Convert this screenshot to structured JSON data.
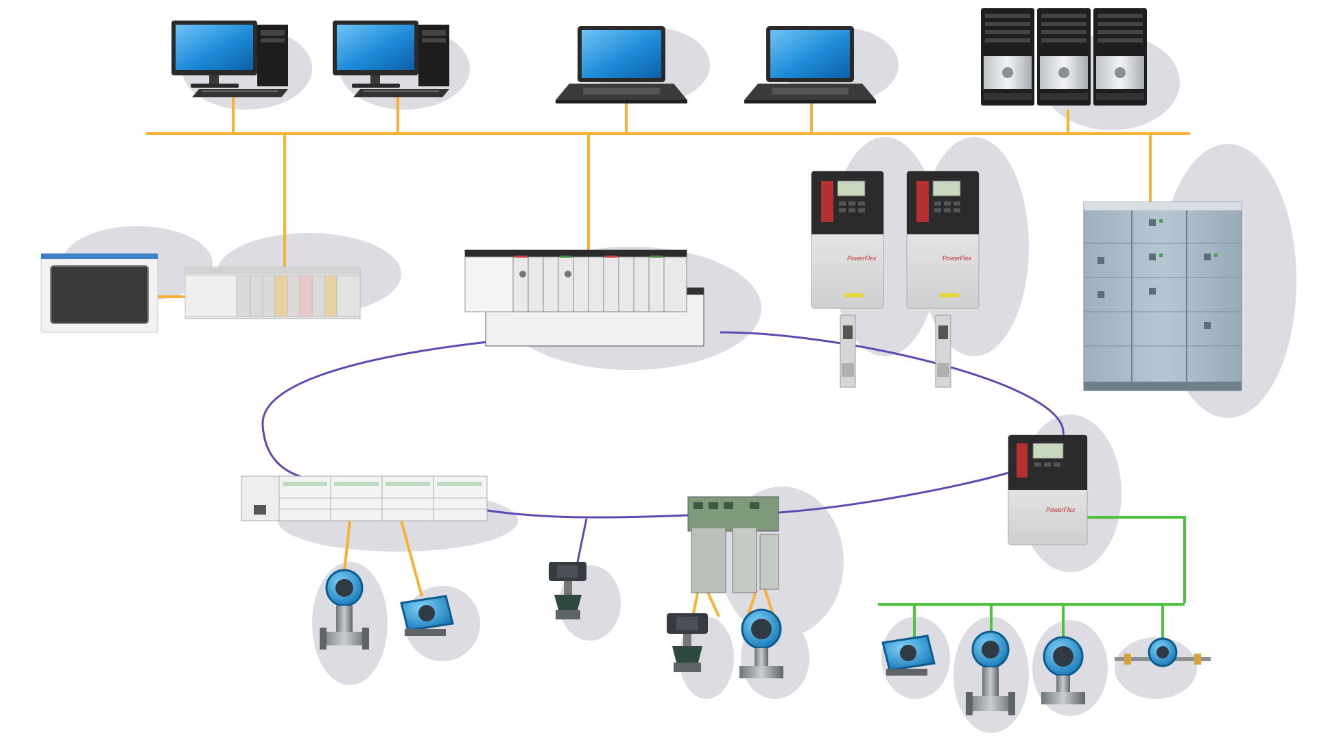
{
  "diagram": {
    "kind": "industrial control network topology",
    "colors": {
      "ethernet_backbone": "#F7B133",
      "device_ring": "#5B4BB0",
      "fieldbus": "#4CC23F",
      "monitor_frame": "#2a2a2a",
      "screen_blue": "#1E8BD8",
      "device_body": "#E8E8E8",
      "drive_top": "#2B2B2B",
      "instrument_blue": "#1E9BD7",
      "shadow": "#D9D9DE"
    },
    "networks": [
      {
        "name": "plant-ethernet",
        "color_key": "ethernet_backbone"
      },
      {
        "name": "device-level-ring",
        "color_key": "device_ring"
      },
      {
        "name": "fieldbus-segment",
        "color_key": "fieldbus"
      }
    ],
    "devices": {
      "workstations": [
        "desktop-workstation",
        "desktop-workstation"
      ],
      "laptops": [
        "laptop",
        "laptop"
      ],
      "servers": [
        "rack-server",
        "rack-server",
        "rack-server"
      ],
      "hmi": "operator-panel",
      "controllers": [
        "compact-plc-rack",
        "modular-controller-chassis"
      ],
      "drives": [
        "variable-frequency-drive",
        "variable-frequency-drive",
        "variable-frequency-drive"
      ],
      "mcc": "motor-control-center",
      "io": [
        "distributed-io",
        "remote-io-adapter"
      ],
      "field_instruments": [
        "flow-meter",
        "pressure-transmitter",
        "control-valve",
        "control-valve",
        "flow-meter",
        "pressure-transmitter",
        "flow-meter",
        "flow-meter",
        "inline-meter"
      ]
    },
    "icon_names": {
      "brand_text_on_drive": "PowerFlex"
    }
  }
}
